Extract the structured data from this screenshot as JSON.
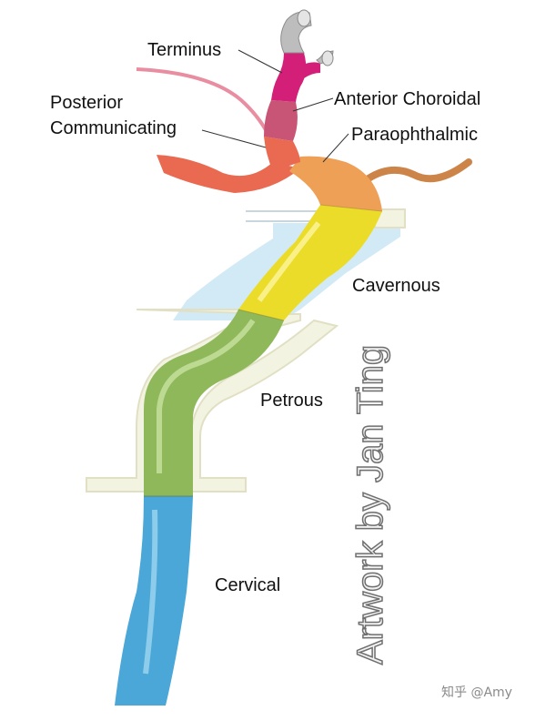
{
  "labels": {
    "terminus": "Terminus",
    "posterior_line1": "Posterior",
    "posterior_line2": "Communicating",
    "anterior_choroidal": "Anterior Choroidal",
    "paraophthalmic": "Paraophthalmic",
    "cavernous": "Cavernous",
    "petrous": "Petrous",
    "cervical": "Cervical"
  },
  "watermark": "Artwork by Jan Ting",
  "credit": "知乎 @Amy",
  "segment_colors": {
    "cervical": "#4aa7d8",
    "petrous": "#8fb85a",
    "cavernous": "#ecdc2a",
    "clinoid": "#efa057",
    "communicating": "#e96a50",
    "choroidal": "#c85575",
    "terminus": "#d41f78",
    "bone": "#f3f3e1",
    "sinus": "#cde8f5"
  }
}
